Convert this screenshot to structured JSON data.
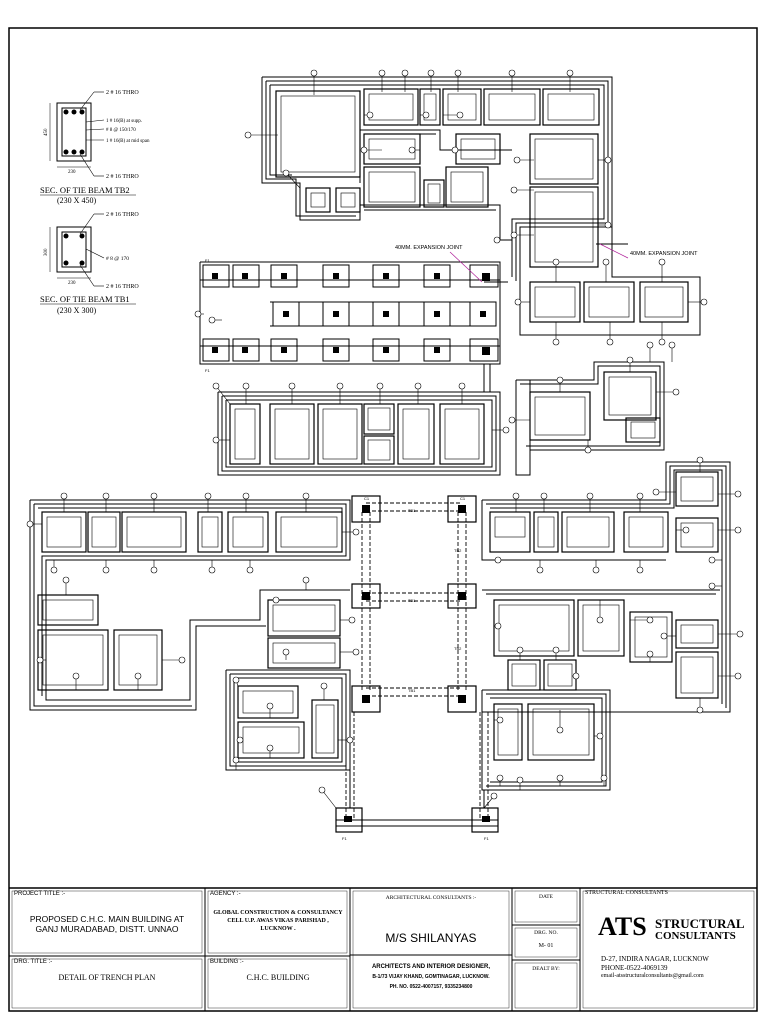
{
  "sections": {
    "tb2": {
      "top_bar": "2 # 16 THRO",
      "extra_bar": "1 # 16(B) at supp.",
      "stirrup": "# 8 @ 150/170",
      "mid_bar": "1 # 16(B) at mid span",
      "bottom_bar": "2 # 16 THRO",
      "depth": "450",
      "width": "230",
      "title": "SEC. OF TIE BEAM TB2",
      "size": "(230 X 450)"
    },
    "tb1": {
      "top_bar": "2 # 16 THRO",
      "stirrup": "# 8 @ 170",
      "bottom_bar": "2 # 16 THRO",
      "depth": "300",
      "width": "230",
      "title": "SEC. OF TIE BEAM TB1",
      "size": "(230 X 300)"
    }
  },
  "plan": {
    "expansion_joint_1": "40MM. EXPANSION JOINT",
    "expansion_joint_2": "40MM. EXPANSION JOINT",
    "tie_beam_tb1": "TB1",
    "tie_beam_tb2": "TB2",
    "footing_tag": "F1",
    "column_tag": "C1"
  },
  "title_block": {
    "project_title_label": "PROJECT TITLE :-",
    "project_title_line1": "PROPOSED  C.H.C. MAIN BUILDING AT",
    "project_title_line2": "GANJ MURADABAD,  DISTT.  UNNAO",
    "agency_label": "AGENCY :-",
    "agency_line1": "GLOBAL CONSTRUCTION & CONSULTANCY",
    "agency_line2": "CELL U.P. AWAS VIKAS PARISHAD ,",
    "agency_line3": "LUCKNOW .",
    "arch_consultants_label": "ARCHITECTURAL CONSULTANTS :-",
    "arch_name": "M/S  SHILANYAS",
    "arch_line1": "ARCHITECTS AND INTERIOR DESIGNER,",
    "arch_line2": "B-1/73 VIJAY KHAND, GOMTINAGAR, LUCKNOW.",
    "arch_line3": "PH. NO. 0522-4007157, 9335234800",
    "date_label": "DATE",
    "drg_no_label": "DRG. NO.",
    "drg_no": "M- 01",
    "dealt_by_label": "DEALT BY:",
    "structural_label": "STRUCTURAL CONSULTANTS",
    "ats_big": "ATS",
    "ats_line1": "STRUCTURAL",
    "ats_line2": "CONSULTANTS",
    "address_line1": "D-27,  INDIRA NAGAR, LUCKNOW",
    "address_line2": "PHONE-0522-4069139",
    "address_line3": "email-atsstructuralconsultants@gmail.com",
    "drg_title_label": "DRG. TITLE :-",
    "drg_title": "DETAIL OF TRENCH PLAN",
    "building_label": "BUILDING :-",
    "building": "C.H.C. BUILDING"
  }
}
